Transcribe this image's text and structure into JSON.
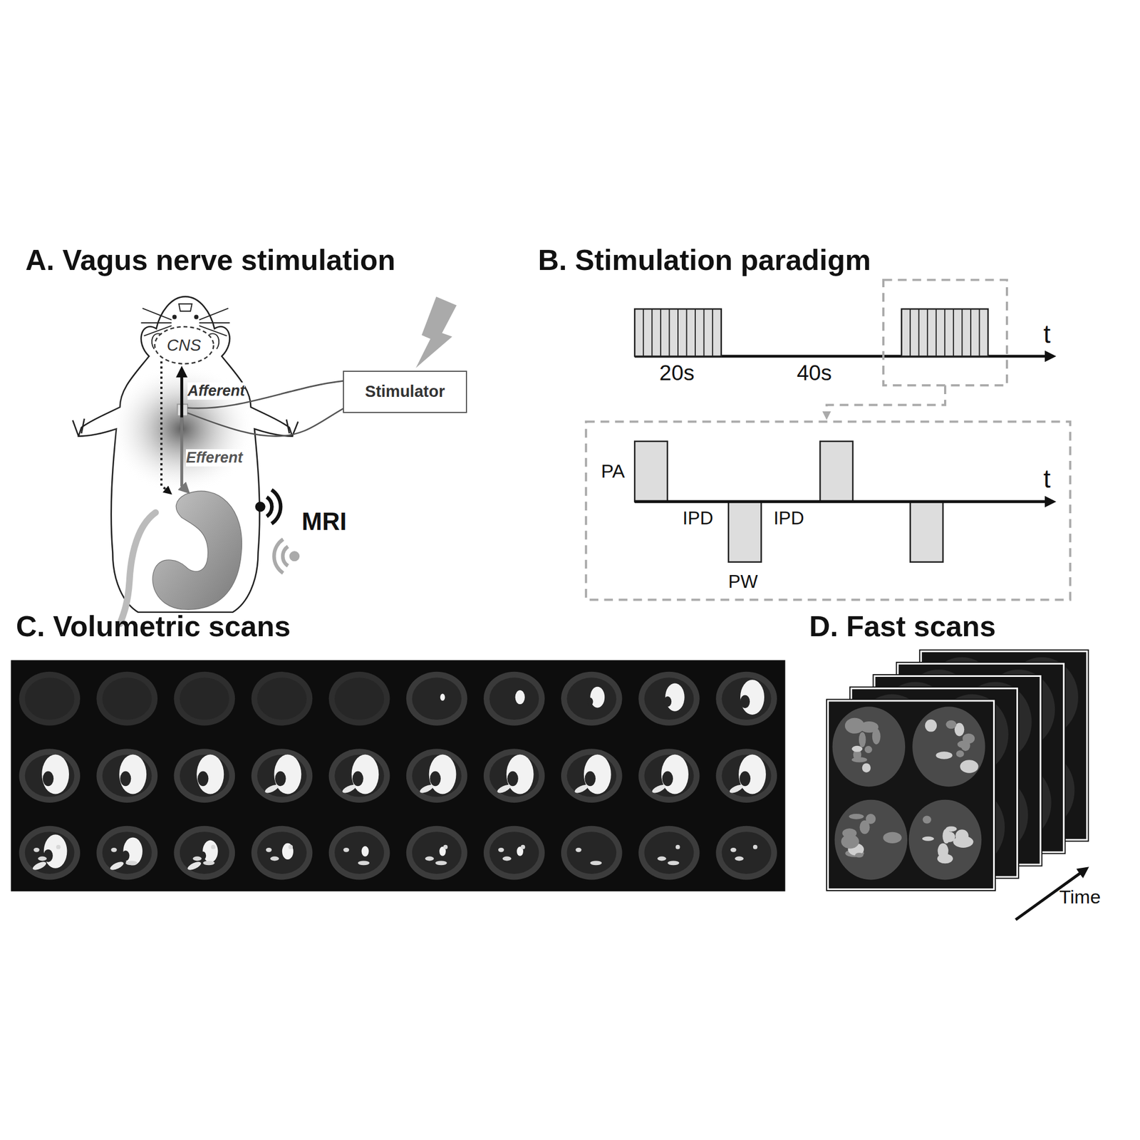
{
  "diagram": {
    "nodes": [
      {
        "text": [
          "CNS"
        ]
      },
      {
        "text": [
          "Stimulator"
        ]
      }
    ],
    "labels": [
      "A. Vagus nerve stimulation",
      "Afferent",
      "Efferent",
      "MRI",
      "B. Stimulation paradigm",
      "20s",
      "40s",
      "t",
      "PA",
      "IPD",
      "IPD",
      "PW",
      "t",
      "C. Volumetric scans",
      "D. Fast scans",
      "Time"
    ]
  }
}
